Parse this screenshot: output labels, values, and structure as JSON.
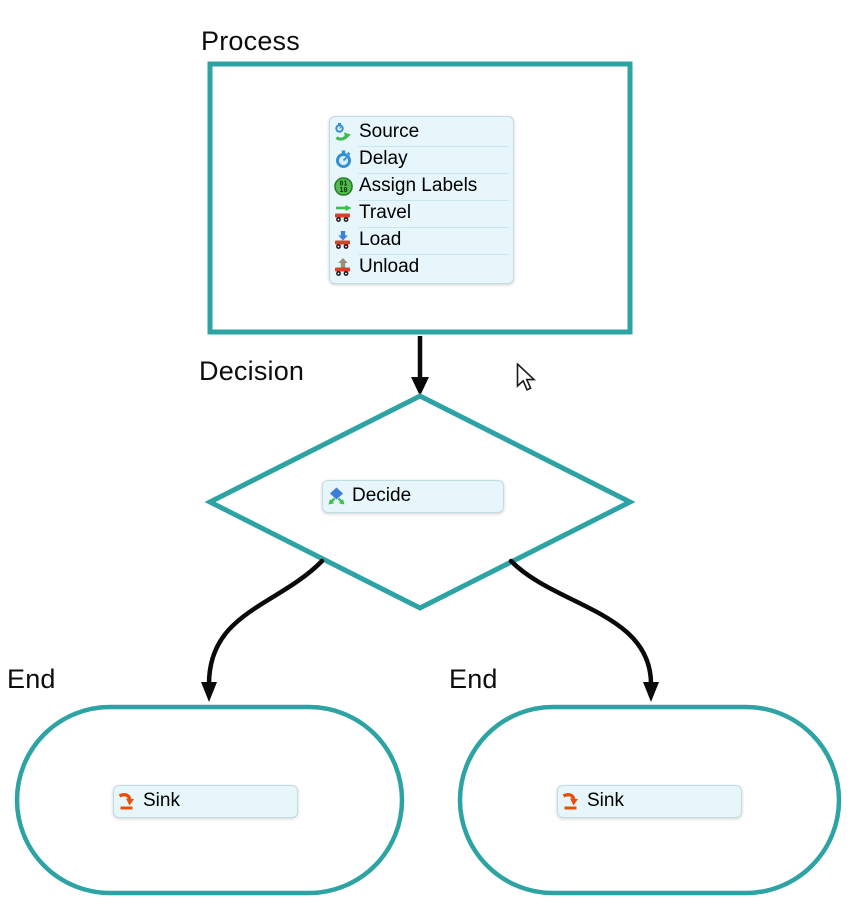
{
  "colors": {
    "shape_stroke": "#2DA3A4",
    "activity_bg": "#E6F6FA",
    "activity_border": "#BFDCE3",
    "activity_divider": "#C9E6EE",
    "arrow_color": "#0A0A0A",
    "label_color": "#0D0D0D"
  },
  "process": {
    "label": "Process",
    "activities": [
      {
        "icon": "source-icon",
        "label": "Source"
      },
      {
        "icon": "delay-icon",
        "label": "Delay"
      },
      {
        "icon": "assign-labels-icon",
        "label": "Assign Labels"
      },
      {
        "icon": "travel-icon",
        "label": "Travel"
      },
      {
        "icon": "load-icon",
        "label": "Load"
      },
      {
        "icon": "unload-icon",
        "label": "Unload"
      }
    ]
  },
  "decision": {
    "label": "Decision",
    "activities": [
      {
        "icon": "decide-icon",
        "label": "Decide"
      }
    ]
  },
  "end_left": {
    "label": "End",
    "activities": [
      {
        "icon": "sink-icon",
        "label": "Sink"
      }
    ]
  },
  "end_right": {
    "label": "End",
    "activities": [
      {
        "icon": "sink-icon",
        "label": "Sink"
      }
    ]
  }
}
